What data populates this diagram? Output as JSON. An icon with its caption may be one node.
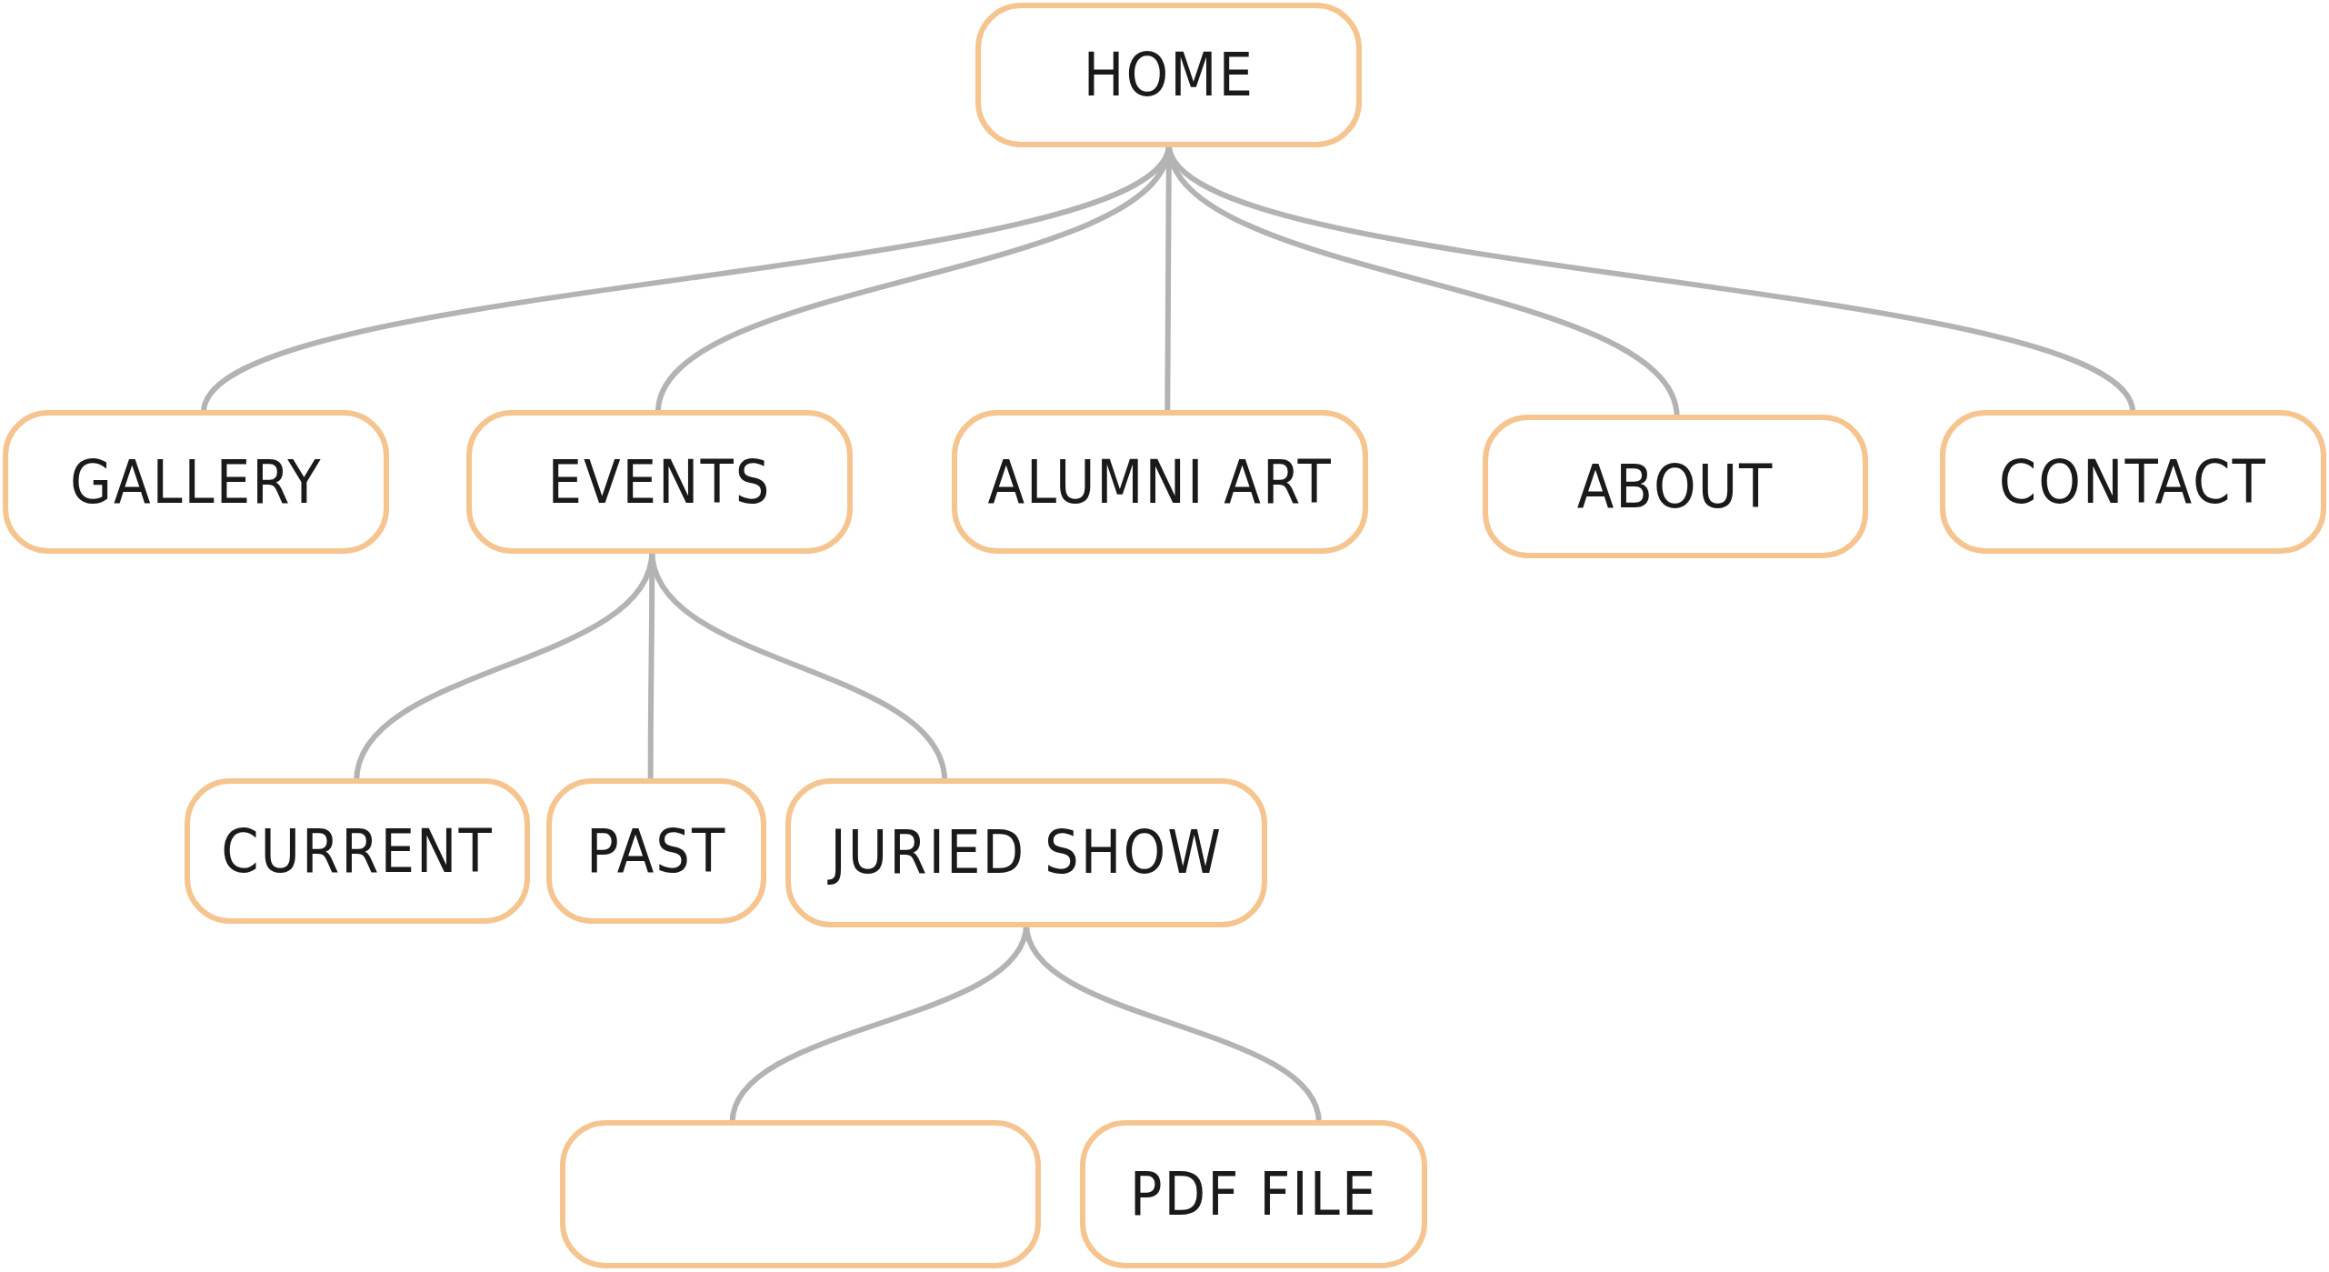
{
  "diagram": {
    "nodes": [
      {
        "text": [
          "HOME"
        ]
      },
      {
        "text": [
          "GALLERY"
        ]
      },
      {
        "text": [
          "EVENTS"
        ]
      },
      {
        "text": [
          "ALUMNI ART"
        ]
      },
      {
        "text": [
          "ABOUT"
        ]
      },
      {
        "text": [
          "CONTACT"
        ]
      },
      {
        "text": [
          "CURRENT"
        ]
      },
      {
        "text": [
          "PAST"
        ]
      },
      {
        "text": [
          "JURIED SHOW"
        ]
      },
      {
        "text": [],
        "shape": "box"
      },
      {
        "text": [
          "PDF FILE"
        ]
      }
    ],
    "edges": [
      {
        "from": 0,
        "to": 1,
        "arrow": "none"
      },
      {
        "from": 0,
        "to": 2,
        "arrow": "none"
      },
      {
        "from": 0,
        "to": 3,
        "arrow": "none"
      },
      {
        "from": 0,
        "to": 4,
        "arrow": "none"
      },
      {
        "from": 0,
        "to": 5,
        "arrow": "none"
      },
      {
        "from": 2,
        "to": 6,
        "arrow": "none"
      },
      {
        "from": 2,
        "to": 7,
        "arrow": "none"
      },
      {
        "from": 2,
        "to": 8,
        "arrow": "none"
      },
      {
        "from": 8,
        "to": 9,
        "arrow": "none"
      },
      {
        "from": 8,
        "to": 10,
        "arrow": "none"
      }
    ]
  }
}
